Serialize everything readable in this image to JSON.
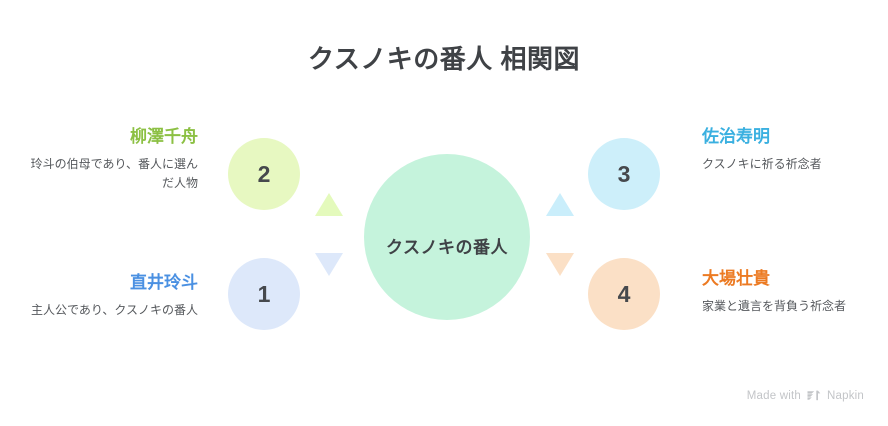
{
  "page": {
    "title": "クスノキの番人 相関図",
    "background_color": "#ffffff",
    "title_color": "#3f4246"
  },
  "center": {
    "label": "クスノキの番人",
    "color": "#c5f3dc"
  },
  "nodes": [
    {
      "number": "1",
      "name": "直井玲斗",
      "description": "主人公であり、クスノキの番人",
      "name_color": "#4a90e2",
      "circle_color": "#dde8fa",
      "side": "left",
      "position": "bottom"
    },
    {
      "number": "2",
      "name": "柳澤千舟",
      "description": "玲斗の伯母であり、番人に選んだ人物",
      "name_color": "#8cc043",
      "circle_color": "#e7f8c1",
      "side": "left",
      "position": "top"
    },
    {
      "number": "3",
      "name": "佐治寿明",
      "description": "クスノキに祈る祈念者",
      "name_color": "#3ab0e0",
      "circle_color": "#cdeffa",
      "side": "right",
      "position": "top"
    },
    {
      "number": "4",
      "name": "大場壮貴",
      "description": "家業と遺言を背負う祈念者",
      "name_color": "#ec7a22",
      "circle_color": "#fbe0c6",
      "side": "right",
      "position": "bottom"
    }
  ],
  "footer": {
    "made_with": "Made with",
    "brand": "Napkin",
    "color": "#c3c5c8"
  }
}
